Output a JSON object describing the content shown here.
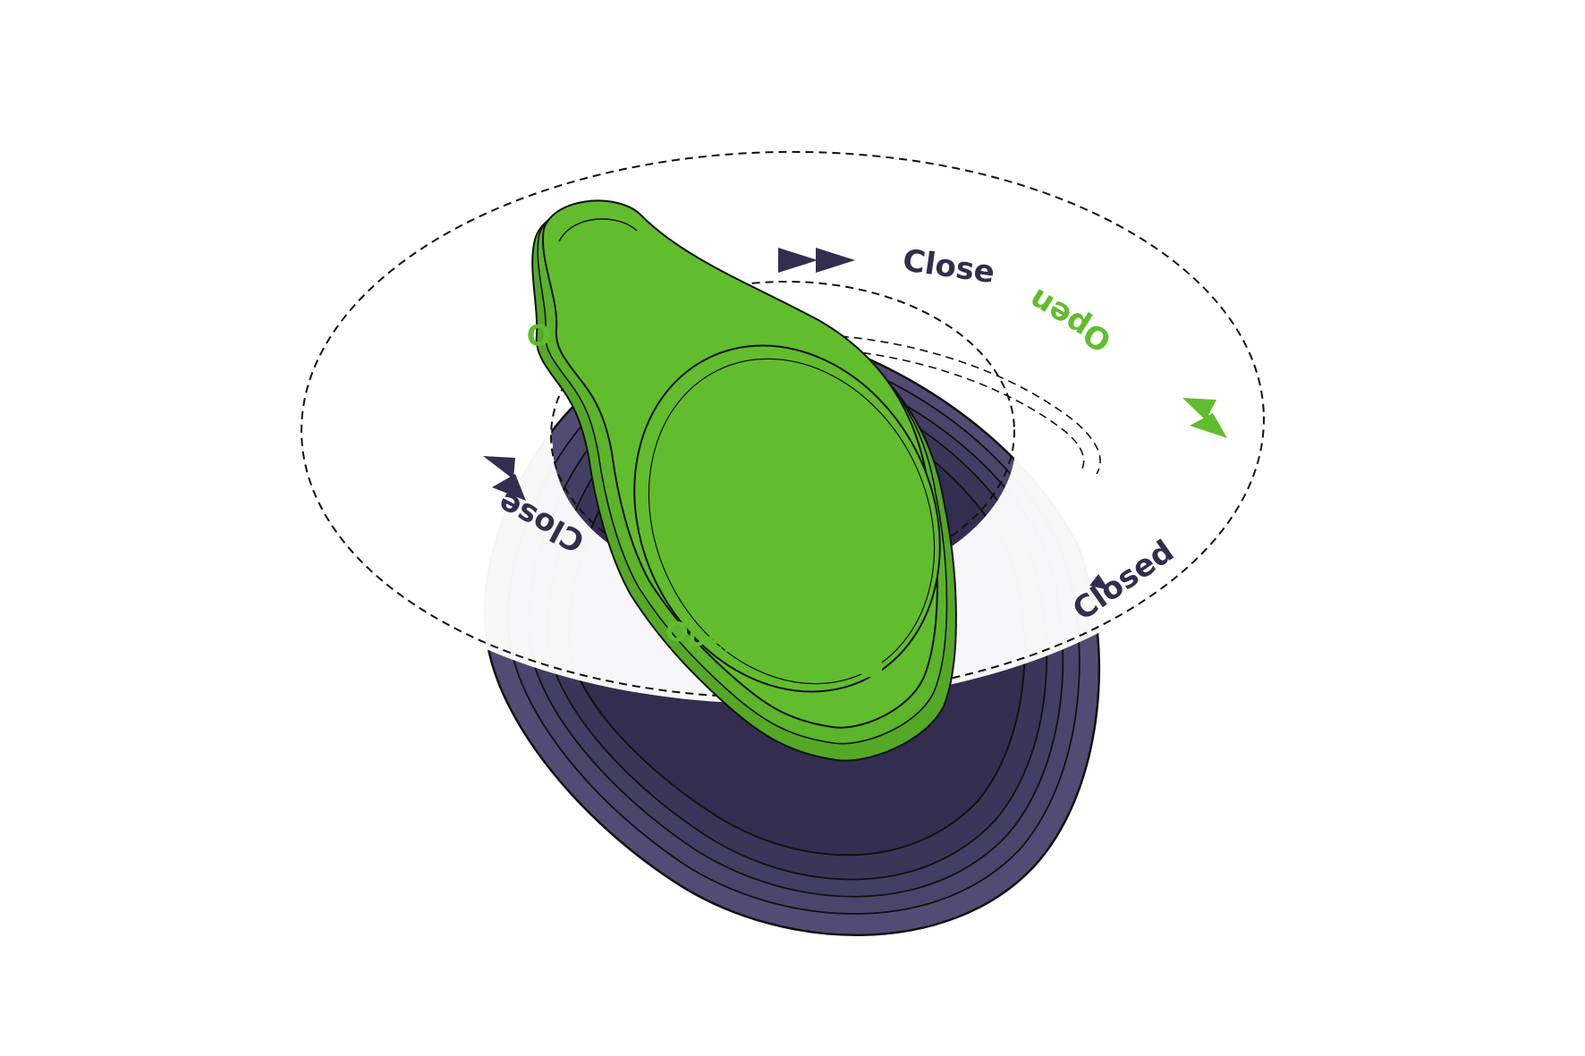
{
  "colors": {
    "green": "#62bd2e",
    "green_dark": "#55a826",
    "navy": "#332e4f",
    "navy_light": "#524c74",
    "navy_mid": "#433e63",
    "outline": "#111111",
    "ring": "#ffffff"
  },
  "labels": {
    "close_top": "Close",
    "open_right": "Open",
    "closed": "Closed",
    "open_bottom": "Open",
    "close_left": "Close",
    "open_partial": "O"
  },
  "icons": {
    "arrow_top": "fast-forward-icon",
    "arrow_right": "fast-forward-icon",
    "arrow_left": "fast-forward-icon",
    "arrow_bottom": "rewind-icon",
    "arrow_closed": "triangle-icon"
  }
}
